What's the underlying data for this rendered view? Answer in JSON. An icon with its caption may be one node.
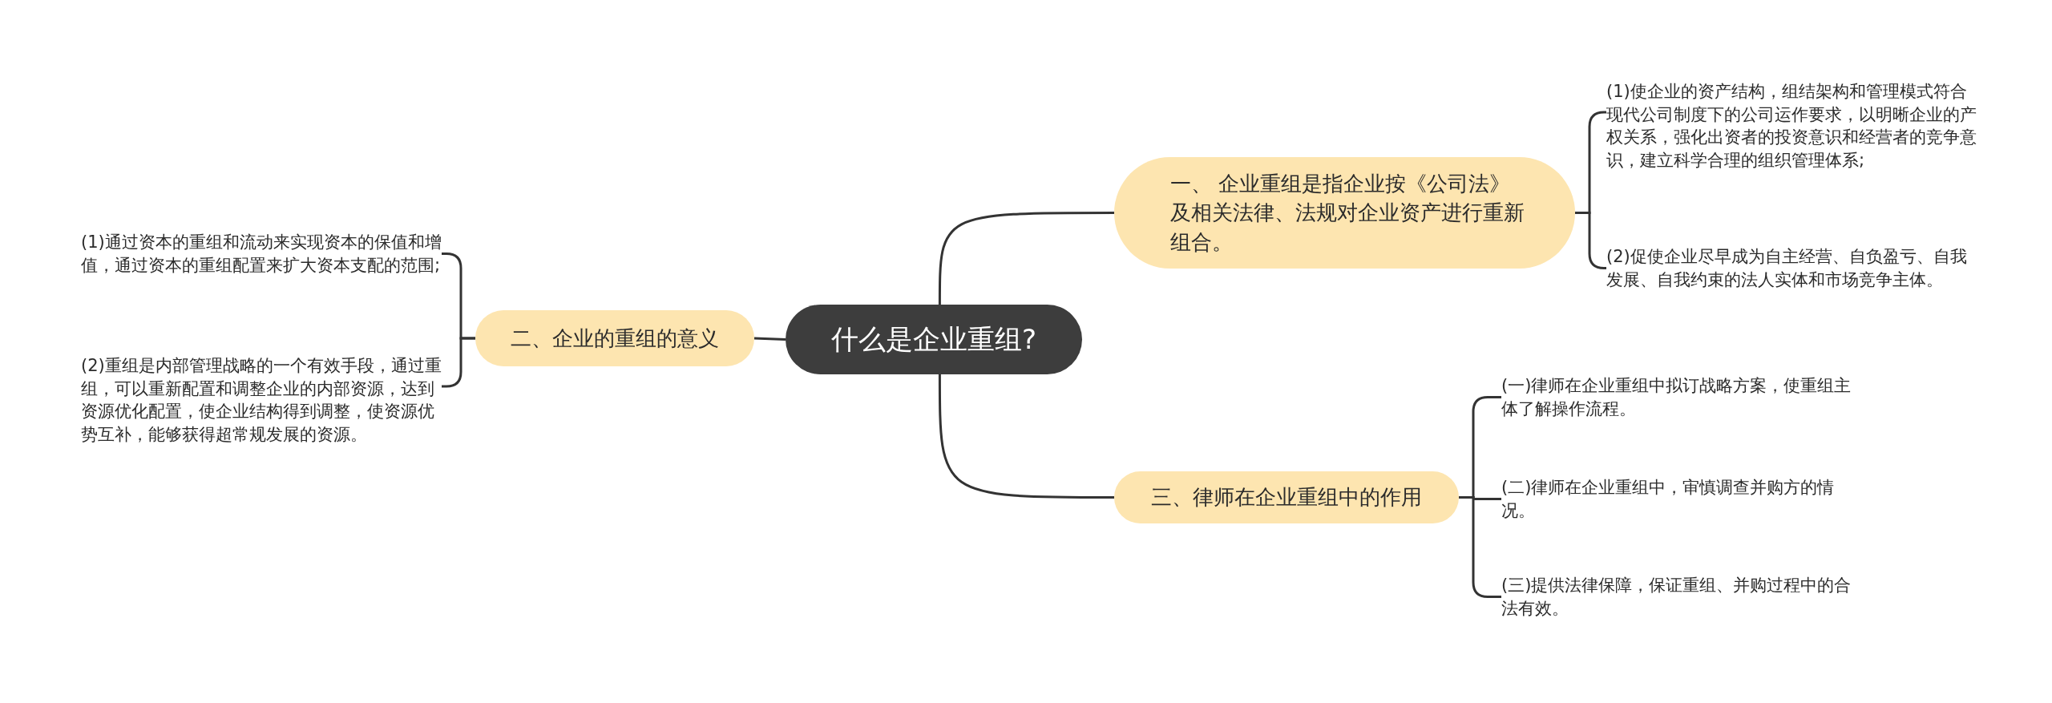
{
  "diagram": {
    "nodes": [
      {
        "text": [
          "什么是企业重组?"
        ]
      },
      {
        "text": [
          "一、 企业重组是指企业按《公司法》及相关法律、法规对企业资产进行重新组合。"
        ]
      },
      {
        "text": [
          "(1)使企业的资产结构，组结架构和管理模式符合现代公司制度下的公司运作要求，以明晰企业的产权关系，强化出资者的投资意识和经营者的竞争意识，建立科学合理的组织管理体系;"
        ]
      },
      {
        "text": [
          "(2)促使企业尽早成为自主经营、自负盈亏、自我发展、自我约束的法人实体和市场竞争主体。"
        ]
      },
      {
        "text": [
          "二、企业的重组的意义"
        ]
      },
      {
        "text": [
          "(1)通过资本的重组和流动来实现资本的保值和增值，通过资本的重组配置来扩大资本支配的范围;"
        ]
      },
      {
        "text": [
          "(2)重组是内部管理战略的一个有效手段，通过重组，可以重新配置和调整企业的内部资源，达到资源优化配置，使企业结构得到调整，使资源优势互补，能够获得超常规发展的资源。"
        ]
      },
      {
        "text": [
          "三、律师在企业重组中的作用"
        ]
      },
      {
        "text": [
          "(一)律师在企业重组中拟订战略方案，使重组主体了解操作流程。"
        ]
      },
      {
        "text": [
          "(二)律师在企业重组中，审慎调查并购方的情况。"
        ]
      },
      {
        "text": [
          "(三)提供法律保障，保证重组、并购过程中的合法有效。"
        ]
      }
    ],
    "edges": [
      {
        "from": 0,
        "to": 1,
        "arrow": "none"
      },
      {
        "from": 1,
        "to": 2,
        "arrow": "none"
      },
      {
        "from": 1,
        "to": 3,
        "arrow": "none"
      },
      {
        "from": 0,
        "to": 4,
        "arrow": "none"
      },
      {
        "from": 4,
        "to": 5,
        "arrow": "none"
      },
      {
        "from": 4,
        "to": 6,
        "arrow": "none"
      },
      {
        "from": 0,
        "to": 7,
        "arrow": "none"
      },
      {
        "from": 7,
        "to": 8,
        "arrow": "none"
      },
      {
        "from": 7,
        "to": 9,
        "arrow": "none"
      },
      {
        "from": 7,
        "to": 10,
        "arrow": "none"
      }
    ]
  }
}
